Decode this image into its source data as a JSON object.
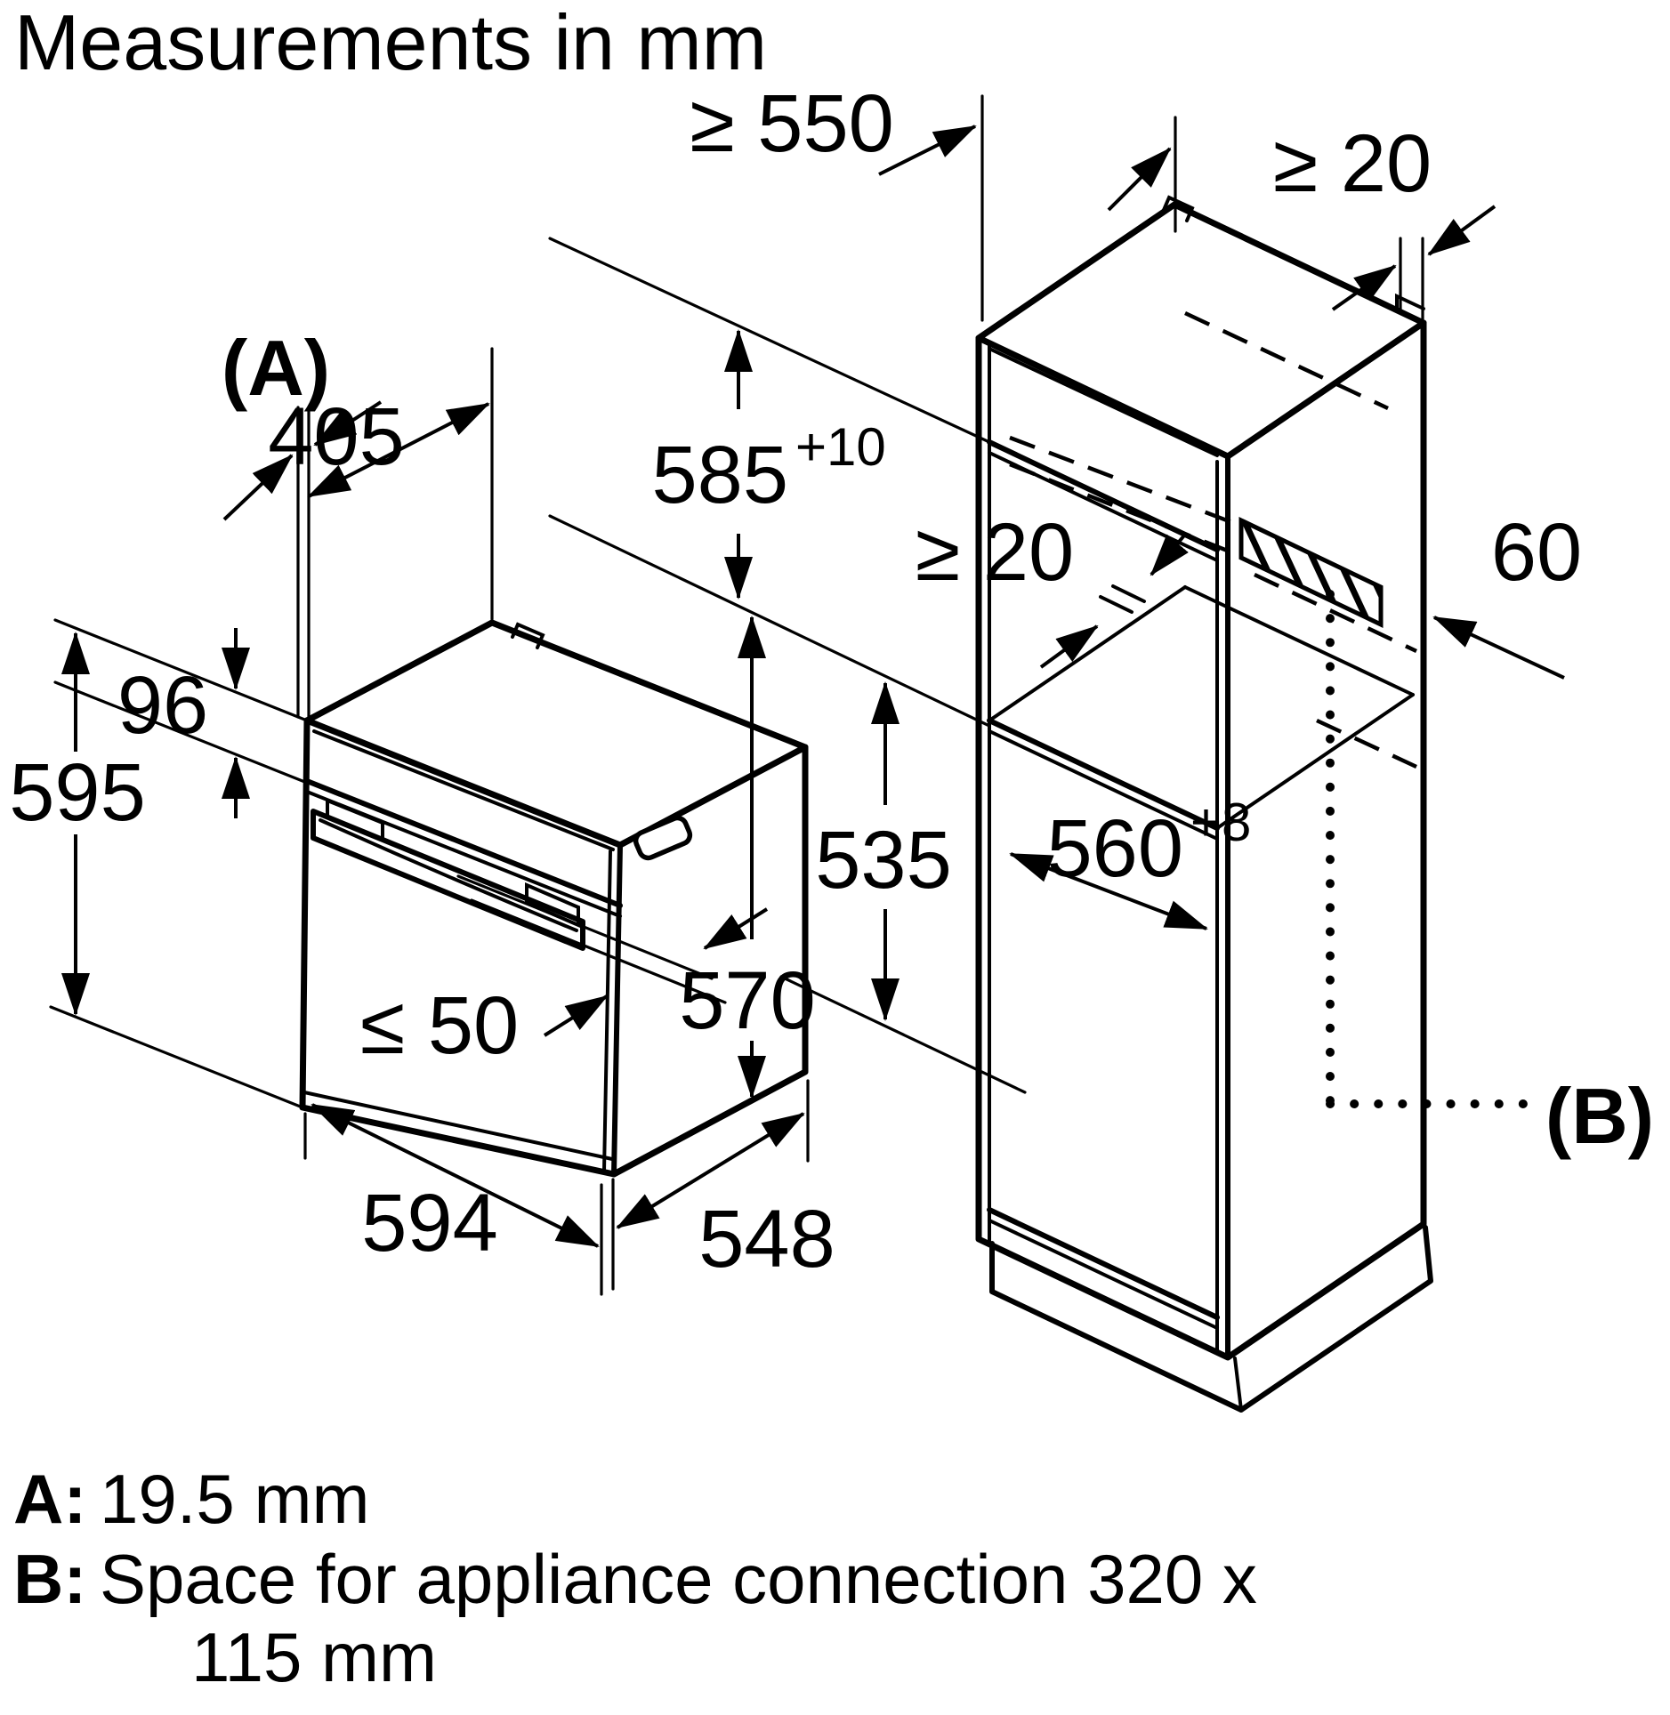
{
  "title": "Measurements in mm",
  "oven": {
    "dims": {
      "ref_a": "(A)",
      "depth_top": "405",
      "panel_height": "96",
      "height": "595",
      "handle_clearance": "≤ 50",
      "body_height": "570",
      "width": "594",
      "body_depth": "548"
    }
  },
  "cabinet": {
    "dims": {
      "min_depth": "≥ 550",
      "rear_gap_top": "≥ 20",
      "niche_height": "585",
      "niche_height_tol": "+10",
      "vent_gap": "≥ 20",
      "vent_depth": "60",
      "niche_width": "560",
      "niche_width_tol": "+8",
      "compartment_height": "535",
      "ref_b": "(B)"
    }
  },
  "legend": {
    "a_key": "A:",
    "a_value": "19.5 mm",
    "b_key": "B:",
    "b_line1": "Space for appliance connection 320 x",
    "b_line2": "115 mm"
  },
  "colors": {
    "line": "#000000",
    "background": "#ffffff"
  }
}
